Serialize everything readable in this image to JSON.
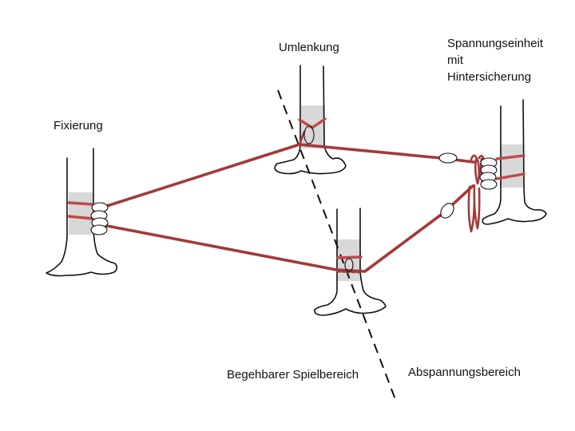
{
  "labels": {
    "umlenkung": "Umlenkung",
    "spannung_1": "Spannungseinheit",
    "spannung_2": "mit",
    "spannung_3": "Hintersicherung",
    "fixierung": "Fixierung",
    "spielbereich": "Begehbarer Spielbereich",
    "abspannung": "Abspannungsbereich"
  },
  "colors": {
    "rope": "#a33a3a",
    "rope_light": "#bf4a4a",
    "pad": "#d8d8d8",
    "line": "#111111"
  }
}
